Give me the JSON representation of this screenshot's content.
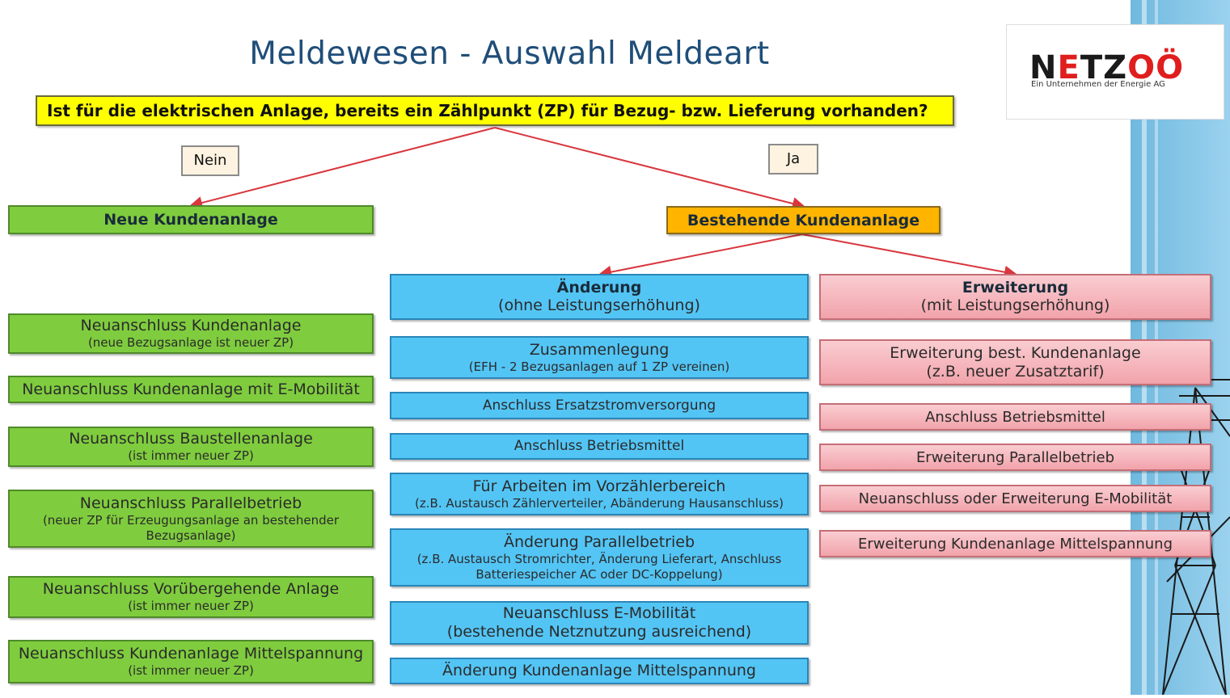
{
  "title": "Meldewesen - Auswahl Meldeart",
  "question": "Ist für die elektrischen Anlage, bereits ein Zählpunkt (ZP) für Bezug- bzw. Lieferung vorhanden?",
  "labels": {
    "no": "Nein",
    "yes": "Ja"
  },
  "logo": {
    "name_a": "N",
    "name_b": "E",
    "name_c": "TZ",
    "name_d": "OÖ",
    "subtitle": "Ein Unternehmen der Energie AG"
  },
  "new_installation": {
    "header": "Neue Kundenanlage",
    "items": [
      {
        "title": "Neuanschluss Kundenanlage",
        "sub": "(neue Bezugsanlage ist neuer ZP)"
      },
      {
        "title": "Neuanschluss Kundenanlage mit E-Mobilität",
        "sub": ""
      },
      {
        "title": "Neuanschluss Baustellenanlage",
        "sub": "(ist immer neuer ZP)"
      },
      {
        "title": "Neuanschluss Parallelbetrieb",
        "sub": "(neuer ZP für Erzeugungsanlage an bestehender Bezugsanlage)"
      },
      {
        "title": "Neuanschluss Vorübergehende Anlage",
        "sub": "(ist immer neuer ZP)"
      },
      {
        "title": "Neuanschluss Kundenanlage  Mittelspannung",
        "sub": "(ist immer neuer ZP)"
      }
    ]
  },
  "existing_installation": {
    "header": "Bestehende Kundenanlage"
  },
  "change": {
    "header": "Änderung",
    "header_sub": "(ohne Leistungserhöhung)",
    "items": [
      {
        "title": "Zusammenlegung",
        "sub": "(EFH - 2 Bezugsanlagen auf 1 ZP vereinen)"
      },
      {
        "title": "Anschluss Ersatzstromversorgung",
        "sub": ""
      },
      {
        "title": "Anschluss Betriebsmittel",
        "sub": ""
      },
      {
        "title": "Für Arbeiten im Vorzählerbereich",
        "sub": "(z.B. Austausch Zählerverteiler, Abänderung Hausanschluss)"
      },
      {
        "title": "Änderung Parallelbetrieb",
        "sub": "(z.B. Austausch Stromrichter, Änderung Lieferart, Anschluss Batteriespeicher AC oder DC-Koppelung)"
      },
      {
        "title": "Neuanschluss E-Mobilität",
        "sub": "(bestehende Netznutzung ausreichend)"
      },
      {
        "title": "Änderung Kundenanlage Mittelspannung",
        "sub": ""
      }
    ]
  },
  "extension": {
    "header": "Erweiterung",
    "header_sub": "(mit Leistungserhöhung)",
    "items": [
      {
        "title": "Erweiterung best. Kundenanlage",
        "sub": "(z.B. neuer Zusatztarif)"
      },
      {
        "title": "Anschluss Betriebsmittel",
        "sub": ""
      },
      {
        "title": "Erweiterung Parallelbetrieb",
        "sub": ""
      },
      {
        "title": "Neuanschluss oder Erweiterung E-Mobilität",
        "sub": ""
      },
      {
        "title": "Erweiterung Kundenanlage Mittelspannung",
        "sub": ""
      }
    ]
  },
  "colors": {
    "green": "#7fcd3e",
    "blue": "#53c5f5",
    "pink": "#f5b5bb",
    "orange": "#ffb400",
    "yellow": "#ffff00",
    "arrow": "#d9363e"
  }
}
